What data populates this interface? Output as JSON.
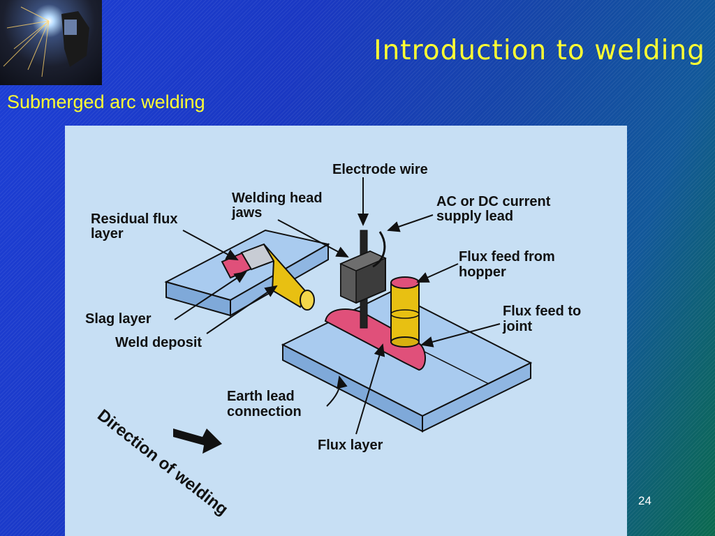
{
  "slide": {
    "title": "Introduction to welding",
    "subtitle": "Submerged arc welding",
    "page_number": "24"
  },
  "diagram": {
    "labels": {
      "electrode_wire": "Electrode wire",
      "welding_head_1": "Welding head",
      "welding_head_2": "jaws",
      "current_1": "AC or DC current",
      "current_2": "supply lead",
      "residual_1": "Residual flux",
      "residual_2": "layer",
      "hopper_1": "Flux feed from",
      "hopper_2": "hopper",
      "joint_1": "Flux feed to",
      "joint_2": "joint",
      "slag": "Slag layer",
      "weld_deposit": "Weld deposit",
      "earth_1": "Earth lead",
      "earth_2": "connection",
      "flux_layer": "Flux layer",
      "direction": "Direction of welding"
    },
    "colors": {
      "plate": "#a9cbef",
      "plate_side": "#7fa9d9",
      "flux_pink": "#e0507a",
      "weld_yellow": "#e8c012",
      "head_dark": "#3c3c3c"
    }
  }
}
